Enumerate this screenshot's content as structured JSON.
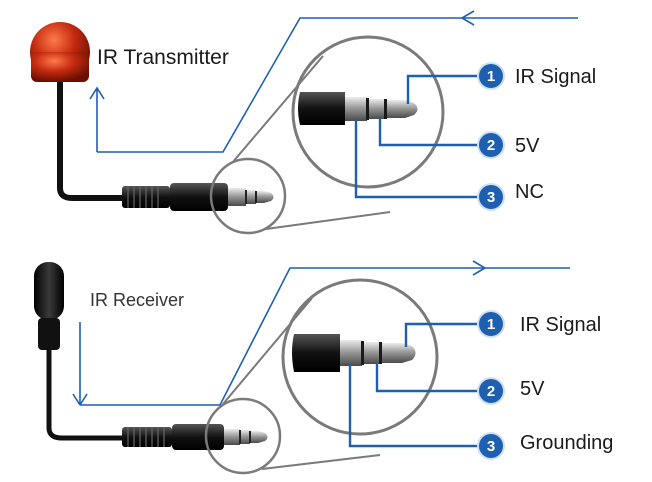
{
  "transmitter": {
    "title": "IR Transmitter",
    "pins": [
      {
        "number": "1",
        "label": "IR Signal"
      },
      {
        "number": "2",
        "label": "5V"
      },
      {
        "number": "3",
        "label": "NC"
      }
    ]
  },
  "receiver": {
    "title": "IR Receiver",
    "pins": [
      {
        "number": "1",
        "label": "IR Signal"
      },
      {
        "number": "2",
        "label": "5V"
      },
      {
        "number": "3",
        "label": "Grounding"
      }
    ]
  },
  "colors": {
    "wire": "#1e5fb0",
    "badge": "#1e5fb0",
    "emitter": "#8f1d08",
    "outline": "#7a7a7a"
  }
}
